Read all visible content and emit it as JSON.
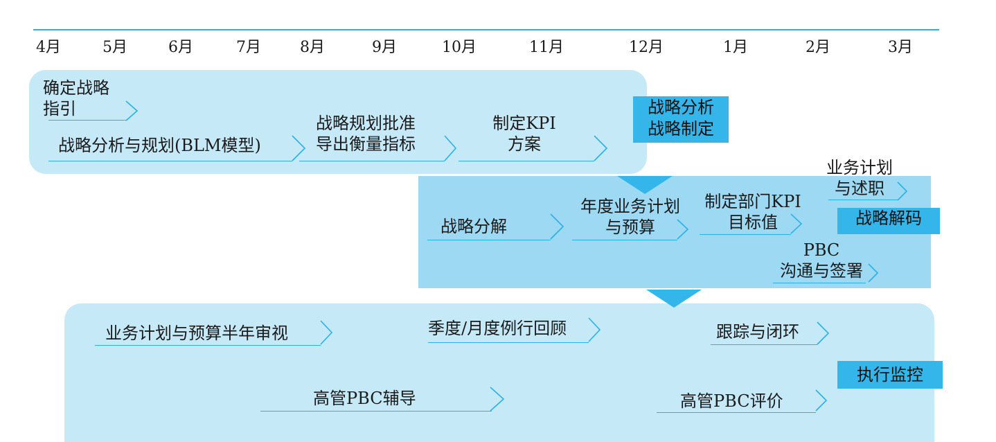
{
  "timeline": {
    "months": [
      "4月",
      "5月",
      "6月",
      "7月",
      "8月",
      "9月",
      "10月",
      "11月",
      "12月",
      "1月",
      "2月",
      "3月"
    ]
  },
  "strategy_formulation": {
    "tag": "战略分析\n战略制定",
    "steps": {
      "confirm_guidance": "确定战略\n指引",
      "blm_analysis": "战略分析与规划(BLM模型)",
      "approve_plan": "战略规划批准\n导出衡量指标",
      "kpi_plan": "制定KPI\n方案"
    }
  },
  "strategy_decoding": {
    "tag": "战略解码",
    "steps": {
      "decompose": "战略分解",
      "annual_plan": "年度业务计划\n与预算",
      "dept_kpi": "制定部门KPI\n目标值",
      "business_report": "业务计划\n与述职",
      "pbc_signing": "PBC\n沟通与签署"
    }
  },
  "execution_monitoring": {
    "tag": "执行监控",
    "steps": {
      "half_year_review": "业务计划与预算半年审视",
      "periodic_review": "季度/月度例行回顾",
      "tracking": "跟踪与闭环",
      "pbc_coaching": "高管PBC辅导",
      "pbc_evaluation": "高管PBC评价"
    }
  },
  "colors": {
    "accent": "#29b1e6",
    "tag_fill": "#34b6ea",
    "panel_light": "#c6e9f8",
    "panel_mid": "#9dd9f3"
  }
}
